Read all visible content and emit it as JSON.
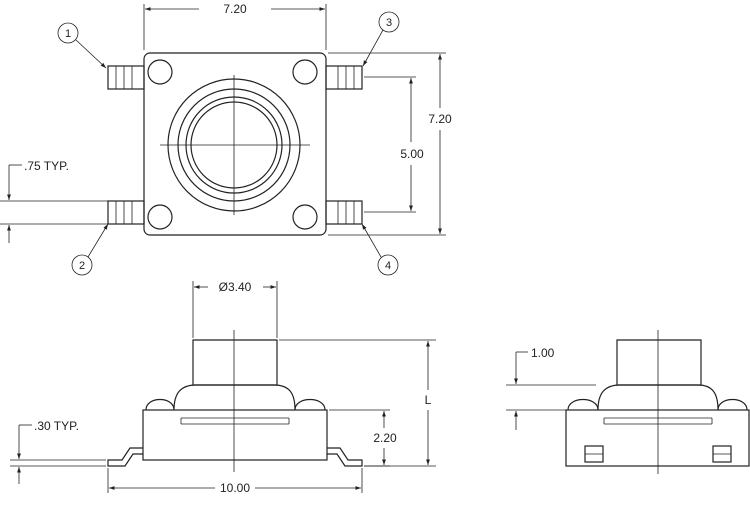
{
  "dimensions": {
    "body_width": "7.20",
    "body_height": "7.20",
    "pin_pitch": "5.00",
    "lead_width": ".75 TYP.",
    "actuator_diameter": "Ø3.40",
    "actuator_height": "L",
    "body_thickness": "2.20",
    "lead_thickness": ".30 TYP.",
    "overall_length": "10.00",
    "standoff": "1.00"
  },
  "pins": [
    "1",
    "2",
    "3",
    "4"
  ]
}
